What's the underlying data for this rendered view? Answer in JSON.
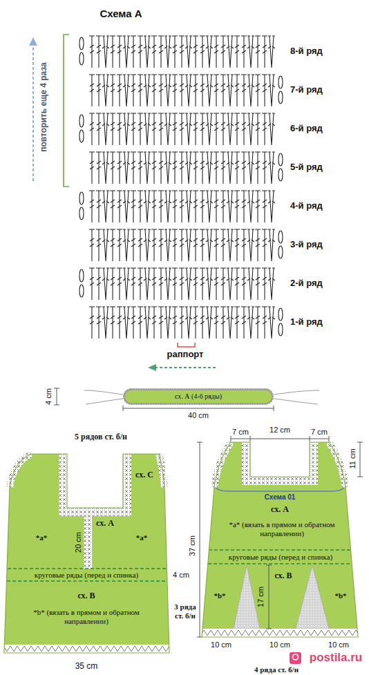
{
  "diagram": {
    "title": "Схема А",
    "nodes": [
      {
        "text": [
          "сх. А (4-6 ряды)"
        ]
      },
      {
        "text": [
          "сх. А",
          "*a*",
          "*a*",
          "20 cm",
          "круговые ряды (перед и спинка)",
          "сх. В",
          "*b* (вязать в прямом и обратном направлении)"
        ]
      },
      {
        "text": [
          "Схема 01",
          "сх. А",
          "*a* (вязать в прямом и обратном направлении)",
          "круговые ряды (перед и спинка)",
          "сх. В",
          "17 cm",
          "*b*",
          "*b*"
        ]
      }
    ],
    "labels": [
      "повторить еще 4 раза",
      "8-й ряд",
      "7-й ряд",
      "6-й ряд",
      "5-й ряд",
      "4-й ряд",
      "3-й ряд",
      "2-й ряд",
      "1-й ряд",
      "раппорт",
      "4 cm",
      "40 cm",
      "5 рядов ст. б/н",
      "сх. С",
      "4 cm",
      "3 ряда ст. б/н",
      "35 cm",
      "7 cm",
      "12 cm",
      "7 cm",
      "11 cm",
      "37 cm",
      "10 cm",
      "10 cm",
      "10 cm",
      "4 ряда ст. б/н",
      "postila.ru"
    ]
  }
}
